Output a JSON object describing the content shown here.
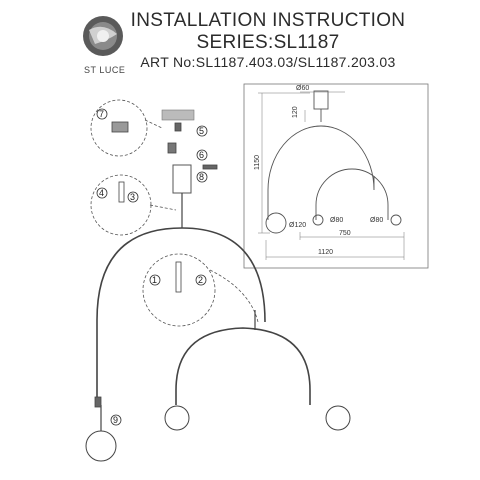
{
  "header": {
    "title": "INSTALLATION INSTRUCTION",
    "series": "SERIES:SL1187",
    "art": "ART No:SL1187.403.03/SL1187.203.03"
  },
  "logo": {
    "text": "ST LUCE"
  },
  "dimensions": {
    "d60": "Ø60",
    "h120": "120",
    "h1150": "1150",
    "d120": "Ø120",
    "d80a": "Ø80",
    "d80b": "Ø80",
    "w750": "750",
    "w1120": "1120"
  },
  "steps": {
    "s1": "1",
    "s2": "2",
    "s3": "3",
    "s4": "4",
    "s5": "5",
    "s6": "6",
    "s7": "7",
    "s8": "8",
    "s9": "9"
  }
}
